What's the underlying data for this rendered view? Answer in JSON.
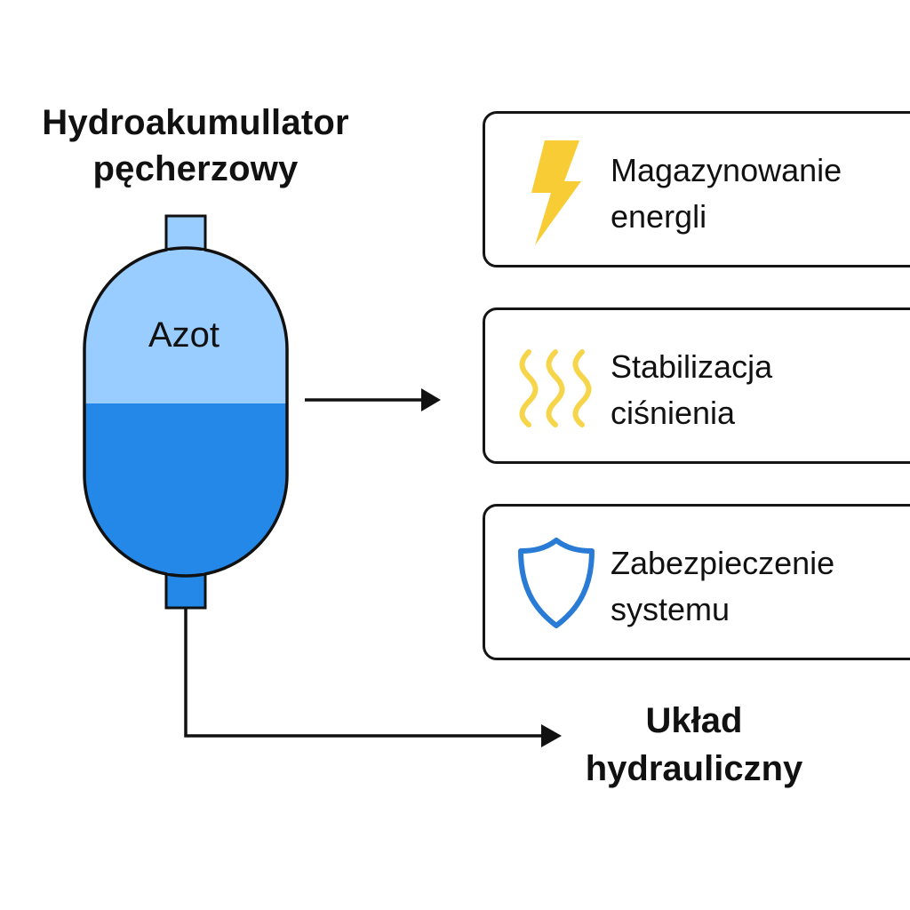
{
  "title": {
    "line1": "Hydroakumullator",
    "line2": "pęcherzowy"
  },
  "tank": {
    "gas_label": "Azot",
    "colors": {
      "gas": "#99CCFF",
      "liquid": "#2388E8",
      "outline": "#111111"
    }
  },
  "functions": [
    {
      "icon": "lightning-bolt-icon",
      "line1": "Magazynowanie",
      "line2": "energli",
      "color": "#F7CC34"
    },
    {
      "icon": "wavy-lines-icon",
      "line1": "Stabilizacja",
      "line2": "ciśnienia",
      "color": "#F7D54A"
    },
    {
      "icon": "shield-icon",
      "line1": "Zabezpieczenie",
      "line2": "systemu",
      "color": "#2A7BD6"
    }
  ],
  "output": {
    "line1": "Układ",
    "line2": "hydrauliczny"
  }
}
